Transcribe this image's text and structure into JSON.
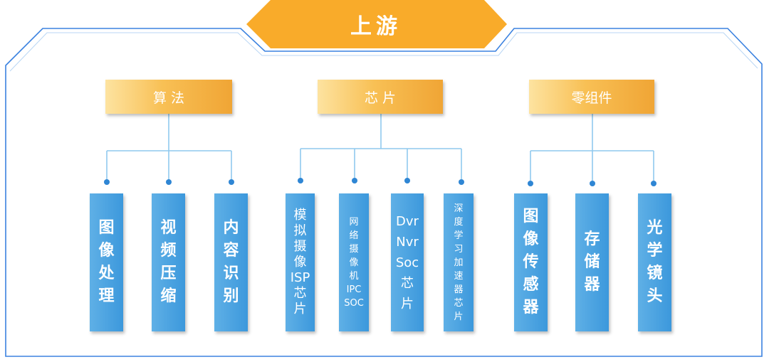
{
  "header": {
    "title": "上游"
  },
  "categories": [
    {
      "label": "算 法"
    },
    {
      "label": "芯 片"
    },
    {
      "label": "零组件"
    }
  ],
  "items": [
    {
      "label": "图\n像\n处\n理"
    },
    {
      "label": "视\n频\n压\n缩"
    },
    {
      "label": "内\n容\n识\n别"
    },
    {
      "label": "模\n拟\n摄\n像\nISP\n芯\n片"
    },
    {
      "label": "网\n络\n摄\n像\n机\nIPC\nSOC"
    },
    {
      "label": "Dvr\nNvr\nSoc\n芯\n片"
    },
    {
      "label": "深\n度\n学\n习\n加\n速\n器\n芯\n片"
    },
    {
      "label": "图\n像\n传\n感\n器"
    },
    {
      "label": "存\n储\n器"
    },
    {
      "label": "光\n学\n镜\n头"
    }
  ],
  "colors": {
    "frame": "#3b82e0",
    "banner": "#f9ab2a",
    "connector": "#8fc9ee",
    "dot": "#2f86d4"
  }
}
